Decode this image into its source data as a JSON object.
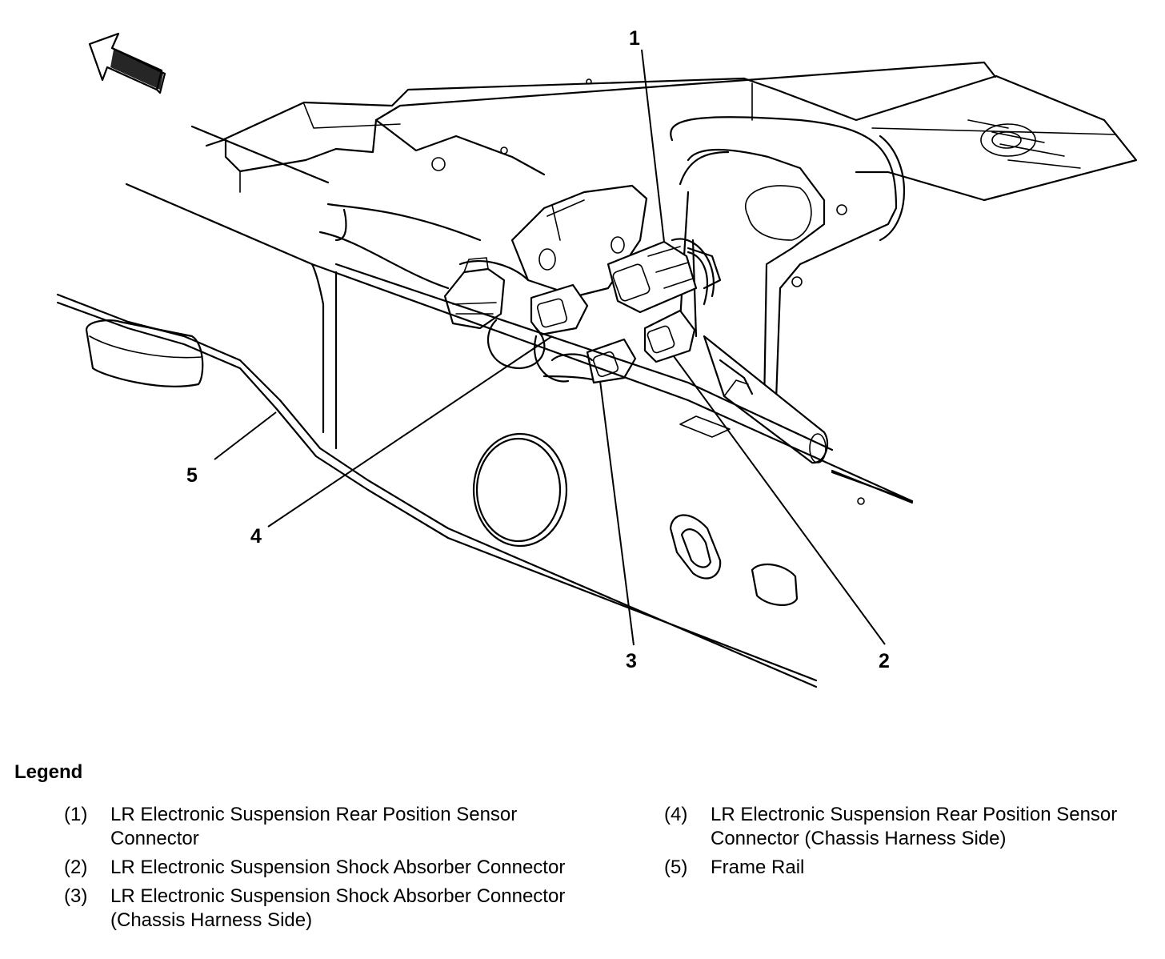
{
  "callouts": {
    "c1": "1",
    "c2": "2",
    "c3": "3",
    "c4": "4",
    "c5": "5"
  },
  "icons": {
    "direction_arrow": "forward-direction-arrow-icon"
  },
  "legend": {
    "title": "Legend",
    "items": [
      {
        "num": "(1)",
        "text": "LR Electronic Suspension Rear Position Sensor Connector"
      },
      {
        "num": "(2)",
        "text": "LR Electronic Suspension Shock Absorber Connector"
      },
      {
        "num": "(3)",
        "text": "LR Electronic Suspension Shock Absorber Connector (Chassis Harness Side)"
      },
      {
        "num": "(4)",
        "text": "LR Electronic Suspension Rear Position Sensor Connector (Chassis Harness Side)"
      },
      {
        "num": "(5)",
        "text": "Frame Rail"
      }
    ]
  }
}
